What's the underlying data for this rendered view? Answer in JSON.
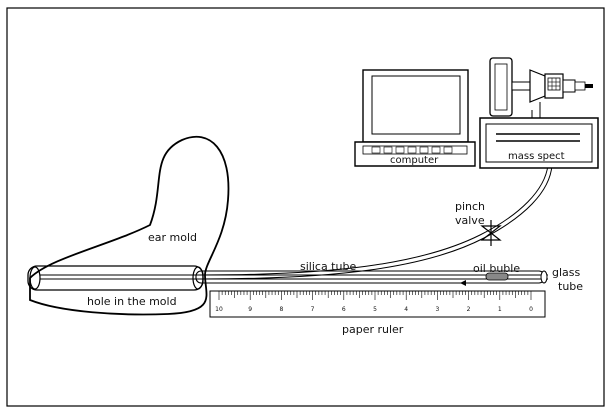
{
  "labels": {
    "ear_mold": "ear mold",
    "hole_in_mold": "hole in the mold",
    "silica_tube": "silica tube",
    "pinch_valve_line1": "pinch",
    "pinch_valve_line2": "valve",
    "oil_bubble": "oil buble",
    "glass_tube_line1": "glass",
    "glass_tube_line2": "tube",
    "paper_ruler": "paper ruler",
    "computer": "computer",
    "mass_spect": "mass spect"
  },
  "ruler_ticks": [
    "10",
    "9",
    "8",
    "7",
    "6",
    "5",
    "4",
    "3",
    "2",
    "1",
    "0"
  ]
}
